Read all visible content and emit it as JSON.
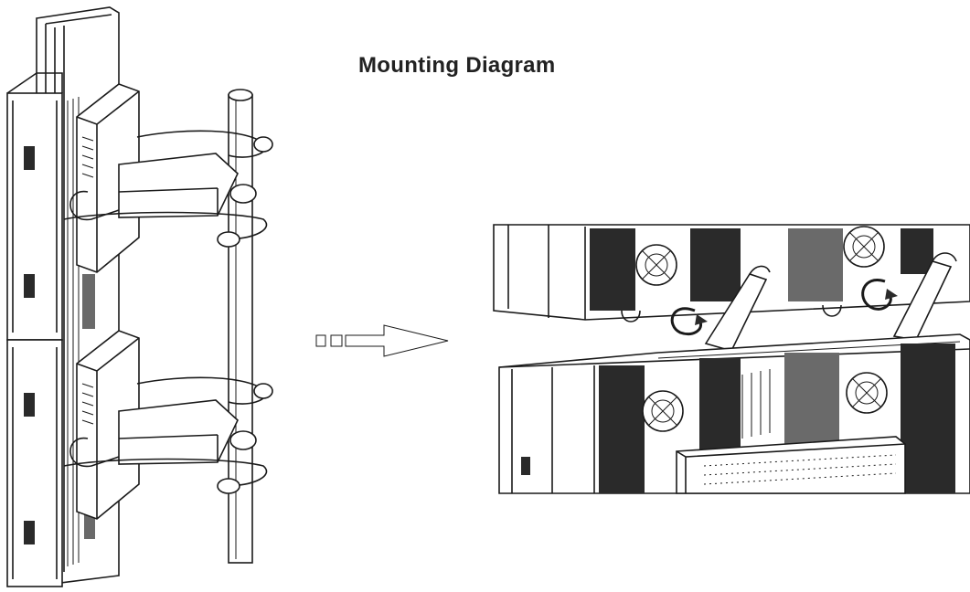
{
  "diagram": {
    "title": "Mounting Diagram",
    "colors": {
      "line": "#1a1a1a",
      "background": "#ffffff",
      "title": "#222222"
    },
    "panels": [
      {
        "name": "pole-mount-assembly-view"
      },
      {
        "name": "panel-locking-detail-view"
      }
    ],
    "connector": {
      "icon": "arrow-right-icon"
    }
  }
}
